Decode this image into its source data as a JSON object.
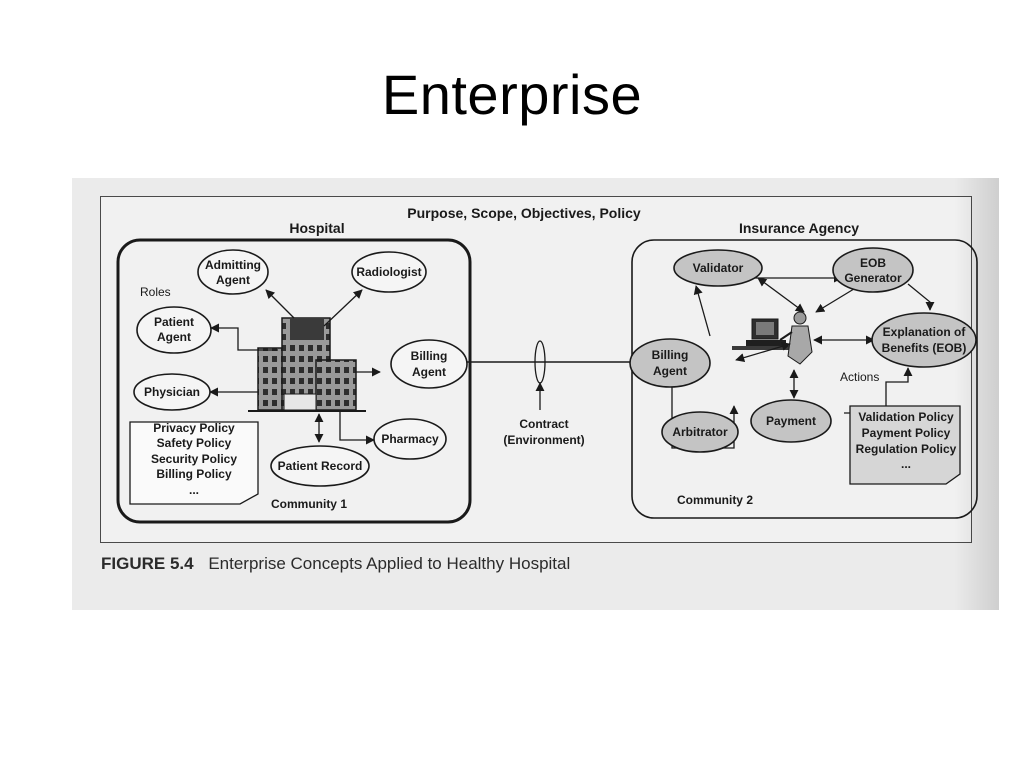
{
  "slide": {
    "title": "Enterprise"
  },
  "figure": {
    "caption_label": "FIGURE 5.4",
    "caption_text": "Enterprise Concepts Applied to Healthy Hospital",
    "heading": "Purpose, Scope, Objectives, Policy"
  },
  "hospital": {
    "title": "Hospital",
    "roles_label": "Roles",
    "community_label": "Community 1",
    "nodes": {
      "admitting_1": "Admitting",
      "admitting_2": "Agent",
      "radiologist": "Radiologist",
      "patient_1": "Patient",
      "patient_2": "Agent",
      "physician": "Physician",
      "billing_1": "Billing",
      "billing_2": "Agent",
      "pharmacy": "Pharmacy",
      "patient_record": "Patient Record"
    },
    "policies": [
      "Privacy Policy",
      "Safety Policy",
      "Security Policy",
      "Billing Policy",
      "..."
    ]
  },
  "contract": {
    "line_1": "Contract",
    "line_2": "(Environment)"
  },
  "insurance": {
    "title": "Insurance Agency",
    "community_label": "Community 2",
    "actions_label": "Actions",
    "nodes": {
      "validator": "Validator",
      "eob_1": "EOB",
      "eob_2": "Generator",
      "explanation_1": "Explanation of",
      "explanation_2": "Benefits (EOB)",
      "billing_1": "Billing",
      "billing_2": "Agent",
      "arbitrator": "Arbitrator",
      "payment": "Payment"
    },
    "policies": [
      "Validation Policy",
      "Payment Policy",
      "Regulation Policy",
      "..."
    ]
  },
  "colors": {
    "scan_background": "#ebebeb",
    "frame_background": "#f1f1f1",
    "insurance_node_fill": "#c4c4c4",
    "policy_box_fill": "#d6d6d6"
  }
}
